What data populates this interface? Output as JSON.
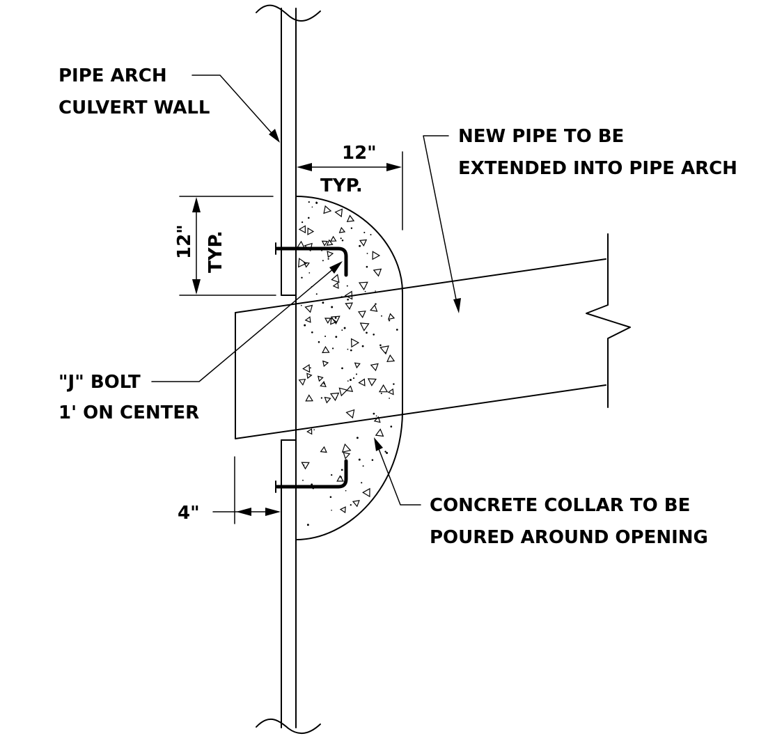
{
  "labels": {
    "culvert_wall_line1": "PIPE ARCH",
    "culvert_wall_line2": "CULVERT WALL",
    "new_pipe_line1": "NEW PIPE TO BE",
    "new_pipe_line2": "EXTENDED INTO PIPE ARCH",
    "j_bolt_line1": "\"J\" BOLT",
    "j_bolt_line2": "1' ON CENTER",
    "collar_line1": "CONCRETE COLLAR TO BE",
    "collar_line2": "POURED AROUND OPENING"
  },
  "dimensions": {
    "collar_width": "12\"",
    "collar_width_note": "TYP.",
    "collar_height": "12\"",
    "collar_height_note": "TYP.",
    "bolt_offset": "4\""
  },
  "colors": {
    "line": "#000000",
    "background": "#ffffff"
  }
}
